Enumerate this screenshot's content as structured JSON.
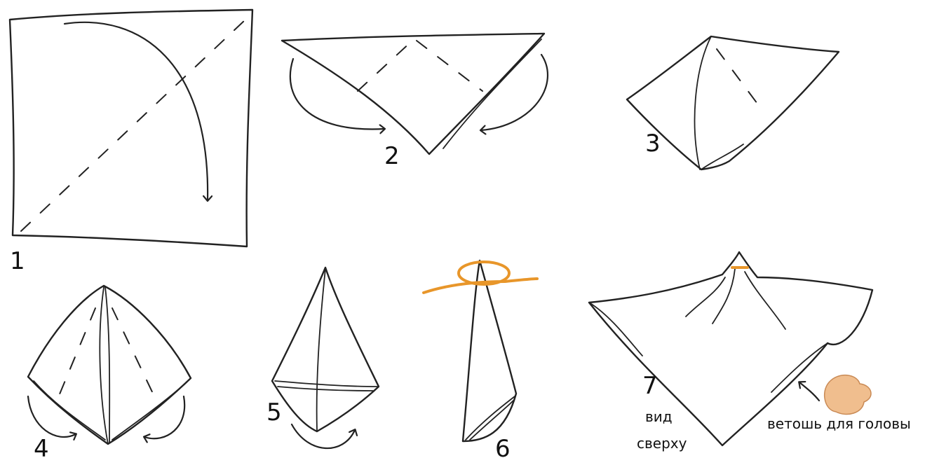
{
  "steps": [
    {
      "number": "1"
    },
    {
      "number": "2"
    },
    {
      "number": "3"
    },
    {
      "number": "4"
    },
    {
      "number": "5"
    },
    {
      "number": "6"
    },
    {
      "number": "7",
      "caption_line1": "вид",
      "caption_line2": "сверху"
    }
  ],
  "rag_label": "ветошь для головы",
  "colors": {
    "line": "#222222",
    "string": "#E8962A",
    "rag_fill": "#F0BE8E",
    "rag_stroke": "#C98A55"
  }
}
